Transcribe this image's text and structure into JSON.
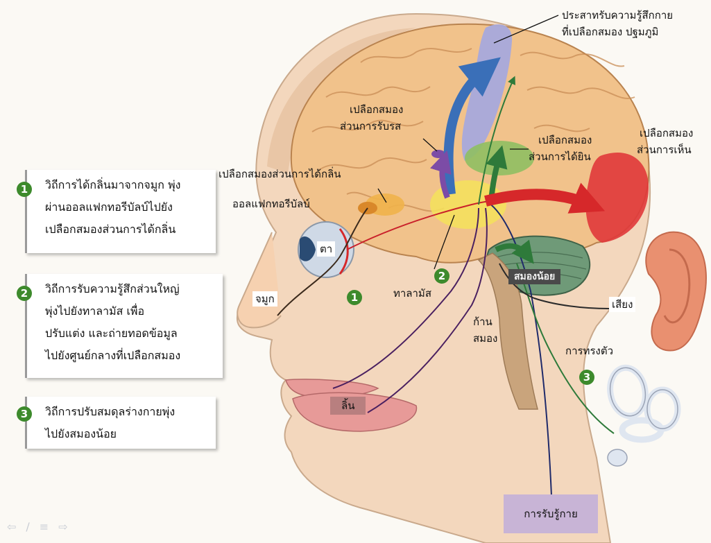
{
  "labels": {
    "somatosensory_cortex": [
      "ประสาทรับความรู้สึกกาย",
      "ที่เปลือกสมอง ปฐมภูมิ"
    ],
    "gustatory_cortex": [
      "เปลือกสมอง",
      "ส่วนการรับรส"
    ],
    "auditory_cortex": [
      "เปลือกสมอง",
      "ส่วนการได้ยิน"
    ],
    "visual_cortex": [
      "เปลือกสมอง",
      "ส่วนการเห็น"
    ],
    "olfactory_cortex": "เปลือกสมองส่วนการได้กลิ่น",
    "olfactory_bulb": "ออลแฟกทอรีบัลบ์",
    "eye": "ตา",
    "nose": "จมูก",
    "thalamus": "ทาลามัส",
    "cerebellum": "สมองน้อย",
    "brainstem": [
      "ก้าน",
      "สมอง"
    ],
    "sound": "เสียง",
    "balance": "การทรงตัว",
    "tongue": "ลิ้น",
    "body_sense": "การรับรู้กาย"
  },
  "pathways": [
    {
      "number": "1",
      "lines": [
        "วิถีการได้กลิ่นมาจากจมูก พุ่ง",
        "ผ่านออลแฟกทอรีบัลบ์ไปยัง",
        "เปลือกสมองส่วนการได้กลิ่น"
      ]
    },
    {
      "number": "2",
      "lines": [
        "วิถีการรับความรู้สึกส่วนใหญ่",
        "พุ่งไปยังทาลามัส เพื่อ",
        "ปรับแต่ง และถ่ายทอดข้อมูล",
        "ไปยังศูนย์กลางที่เปลือกสมอง"
      ]
    },
    {
      "number": "3",
      "lines": [
        "วิถีการปรับสมดุลร่างกายพุ่ง",
        "ไปยังสมองน้อย"
      ]
    }
  ],
  "diagram_markers": {
    "m1": "1",
    "m2": "2",
    "m3": "3"
  },
  "nav_icons": [
    "arrow-left-icon",
    "pen-icon",
    "menu-icon",
    "arrow-right-icon"
  ],
  "colors": {
    "brain": "#f1c28b",
    "somatosensory": "#a7a9dc",
    "auditory": "#8fbf62",
    "visual": "#e0393a",
    "thalamus": "#f4e25a",
    "cerebellum": "#6f9a78",
    "skin": "#f6d1b0",
    "badge": "#3d8a2c"
  }
}
